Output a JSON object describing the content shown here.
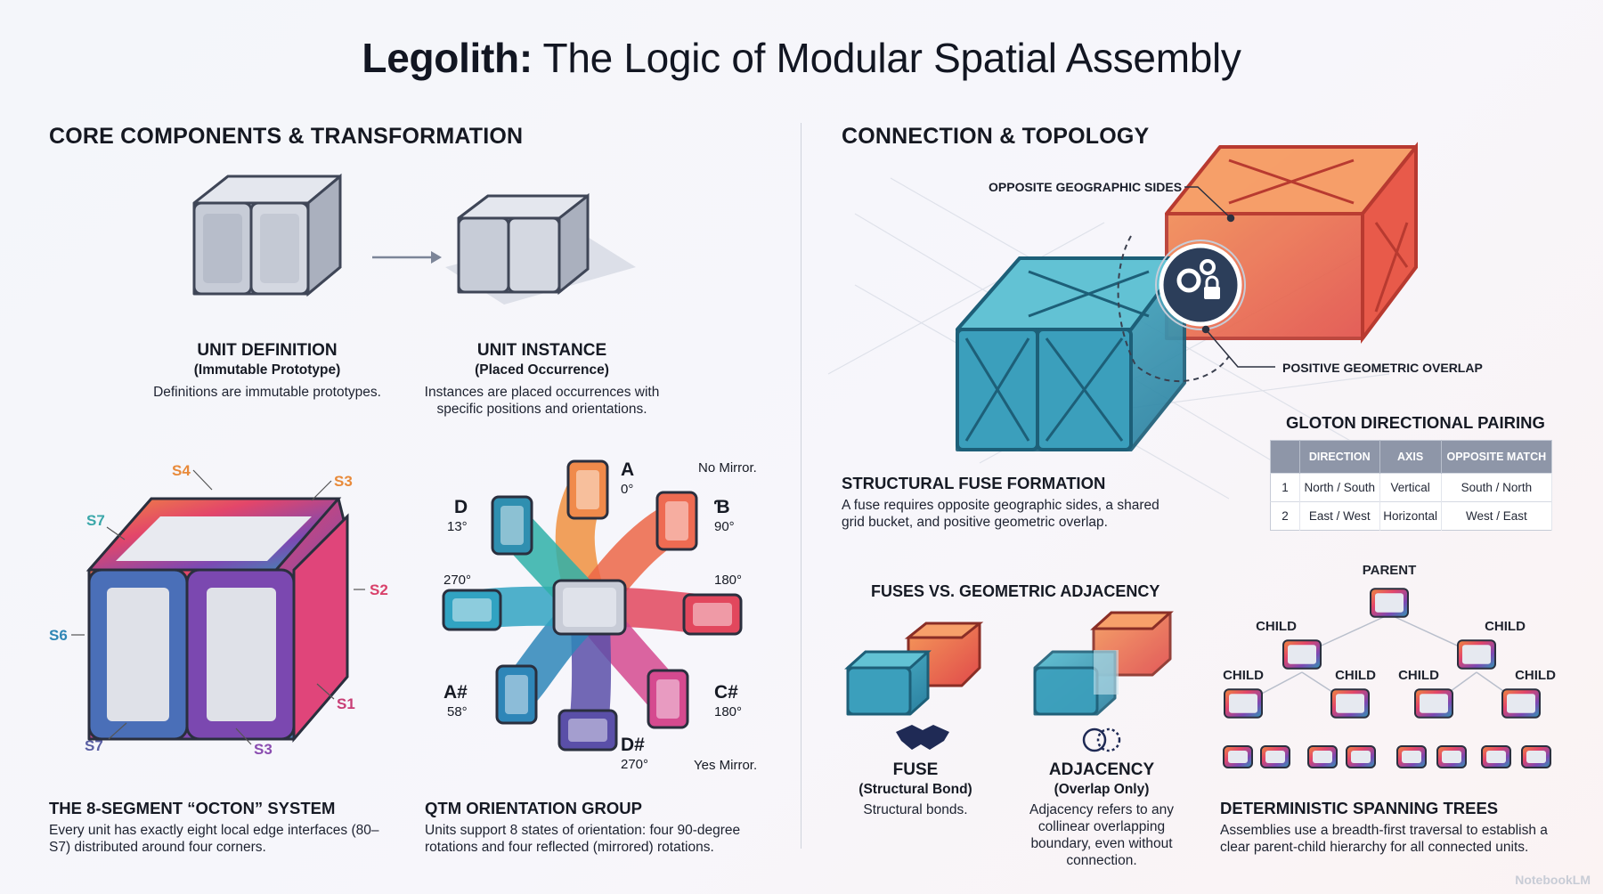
{
  "title": {
    "bold": "Legolith:",
    "rest": " The Logic of Modular Spatial Assembly"
  },
  "left_section": "CORE COMPONENTS & TRANSFORMATION",
  "right_section": "CONNECTION & TOPOLOGY",
  "unit_definition": {
    "title": "UNIT DEFINITION",
    "subtitle": "(Immutable Prototype)",
    "desc": "Definitions are immutable prototypes."
  },
  "unit_instance": {
    "title": "UNIT INSTANCE",
    "subtitle": "(Placed Occurrence)",
    "desc": "Instances are placed occurrences with specific positions and orientations."
  },
  "octon": {
    "title": "THE 8-SEGMENT “OCTON” SYSTEM",
    "desc": "Every unit has exactly eight local edge interfaces (80–S7) distributed around four corners.",
    "labels": {
      "s4": "S4",
      "s3top": "S3",
      "s7top": "S7",
      "s2": "S2",
      "s6": "S6",
      "s1": "S1",
      "s7bot": "S7",
      "s3bot": "S3"
    }
  },
  "qtm": {
    "title": "QTM ORIENTATION GROUP",
    "desc": "Units support 8 states of orientation: four 90-degree rotations and four reflected (mirrored) rotations.",
    "no_mirror": "No Mirror.",
    "yes_mirror": "Yes Mirror.",
    "states": [
      {
        "id": "a",
        "name": "A",
        "angle": "0°",
        "color": "#f08a4b"
      },
      {
        "id": "b",
        "name": "Ɓ",
        "angle": "90°",
        "color": "#ee6b52"
      },
      {
        "id": "r180",
        "name": "",
        "angle": "180°",
        "color": "#e2475d"
      },
      {
        "id": "cs",
        "name": "C#",
        "angle": "180°",
        "color": "#d54a8f"
      },
      {
        "id": "ds",
        "name": "D#",
        "angle": "270°",
        "color": "#5a4fa8"
      },
      {
        "id": "as",
        "name": "A#",
        "angle": "58°",
        "color": "#2e86b8"
      },
      {
        "id": "r270",
        "name": "",
        "angle": "270°",
        "color": "#31a3c2"
      },
      {
        "id": "d",
        "name": "D",
        "angle": "13°",
        "color": "#2f8fb0"
      }
    ]
  },
  "fuse_main": {
    "opposite_sides": "OPPOSITE GEOGRAPHIC SIDES",
    "overlap": "POSITIVE GEOMETRIC OVERLAP",
    "title": "STRUCTURAL FUSE FORMATION",
    "desc": "A fuse requires opposite geographic sides, a shared grid bucket, and positive geometric overlap."
  },
  "pairing": {
    "title": "GLOTON DIRECTIONAL PAIRING",
    "headers": [
      "",
      "DIRECTION",
      "AXIS",
      "OPPOSITE MATCH"
    ],
    "rows": [
      [
        "1",
        "North / South",
        "Vertical",
        "South / North"
      ],
      [
        "2",
        "East / West",
        "Horizontal",
        "West / East"
      ]
    ]
  },
  "fuses_vs": {
    "title": "FUSES VS. GEOMETRIC ADJACENCY",
    "fuse": {
      "title": "FUSE",
      "subtitle": "(Structural Bond)",
      "desc": "Structural bonds."
    },
    "adjacency": {
      "title": "ADJACENCY",
      "subtitle": "(Overlap Only)",
      "desc": "Adjacency refers to any collinear overlapping boundary, even without connection."
    }
  },
  "tree": {
    "parent": "PARENT",
    "child": "CHILD",
    "title": "DETERMINISTIC SPANNING TREES",
    "desc": "Assemblies use a breadth-first traversal to establish a clear parent-child hierarchy for all connected units."
  },
  "colors": {
    "teal": "#2f9bb5",
    "orange": "#f0683f",
    "pink": "#e0457a",
    "purple": "#7b48b0",
    "gray": "#c9ced8"
  },
  "watermark": "NotebookLM"
}
